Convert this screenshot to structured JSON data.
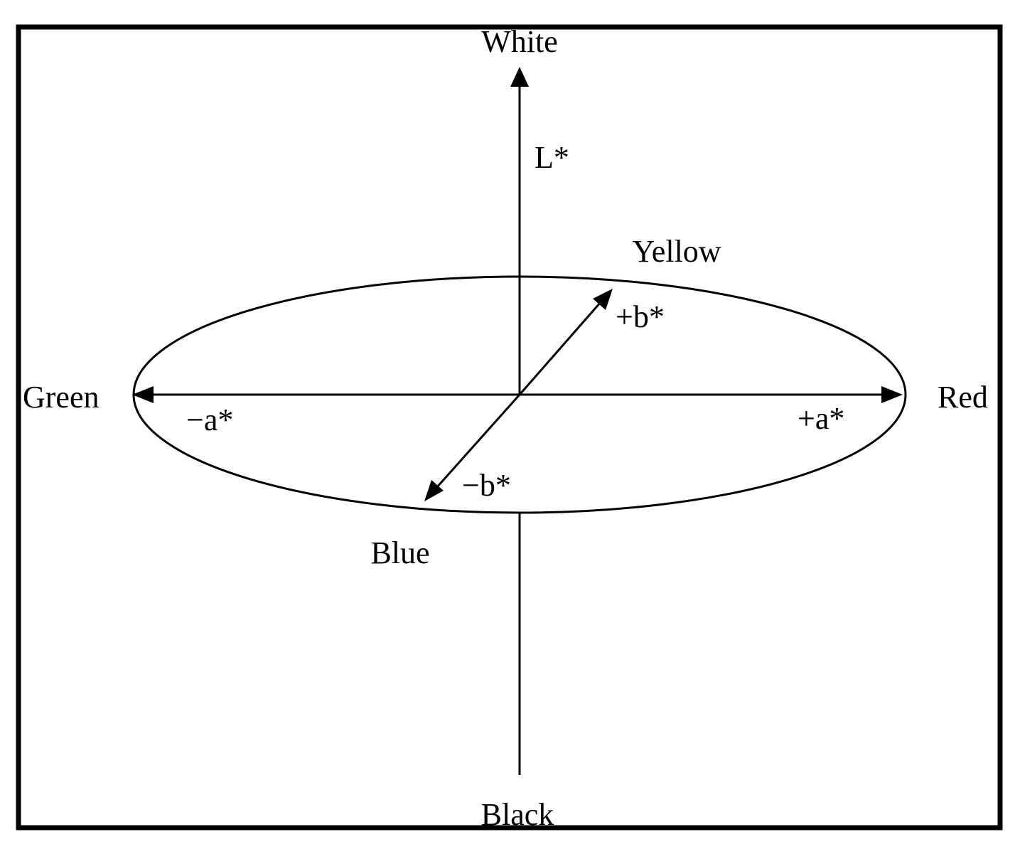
{
  "diagram": {
    "labels": {
      "white": "White",
      "black": "Black",
      "green": "Green",
      "red": "Red",
      "yellow": "Yellow",
      "blue": "Blue",
      "l_axis": "L*",
      "plus_b": "+b*",
      "minus_b": "−b*",
      "minus_a": "−a*",
      "plus_a": "+a*"
    },
    "colors": {
      "line": "#000000",
      "frame": "#000000",
      "background": "#ffffff"
    }
  }
}
